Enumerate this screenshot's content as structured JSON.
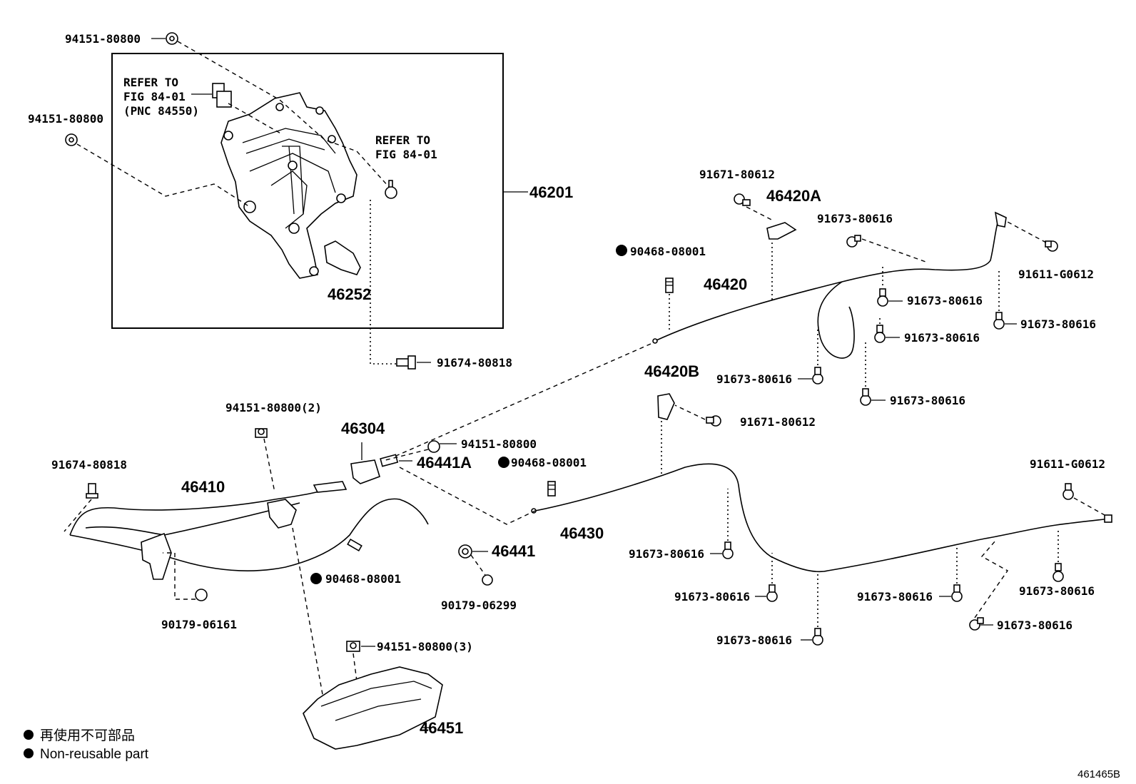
{
  "title": "",
  "pedal_box": {
    "note_refer_a": [
      "REFER TO",
      "FIG 84-01",
      "(PNC 84550)"
    ],
    "note_refer_b": [
      "REFER TO",
      "FIG 84-01"
    ],
    "assembly_part": "46201",
    "pad_part": "46252"
  },
  "labels": {
    "clip_top": "94151-80800",
    "clip_left": "94151-80800",
    "bolt_pedal": "91674-80818",
    "bolt_cable_left": "91674-80818",
    "nut_center_2": "94151-80800(2)",
    "bracket_46304": "46304",
    "clip_46441a": "94151-80800",
    "part_46441a": "46441A",
    "part_46410": "46410",
    "clip_red_1": "90468-08001",
    "clip_red_2": "90468-08001",
    "clip_red_3": "90468-08001",
    "part_46441": "46441",
    "nut_90179_06299": "90179-06299",
    "nut_90179_06161": "90179-06161",
    "nut_bottom_3": "94151-80800(3)",
    "part_46451": "46451",
    "part_46420": "46420",
    "part_46420a": "46420A",
    "bolt_46420a": "91671-80612",
    "part_46420b": "46420B",
    "bolt_46420b": "91671-80612",
    "bolt_r1": "91673-80616",
    "bolt_r2": "91673-80616",
    "bolt_r3": "91673-80616",
    "bolt_r4": "91673-80616",
    "bolt_r5": "91673-80616",
    "bolt_r6": "91673-80616",
    "bolt_g0612_top": "91611-G0612",
    "part_46430": "46430",
    "bolt_l1": "91673-80616",
    "bolt_l2": "91673-80616",
    "bolt_l3": "91673-80616",
    "bolt_l4": "91673-80616",
    "bolt_l5": "91673-80616",
    "bolt_l6": "91673-80616",
    "bolt_g0612_bottom": "91611-G0612"
  },
  "legend": {
    "line_jp": "再使用不可部品",
    "line_en": "Non-reusable part"
  },
  "figure_id": "461465B"
}
